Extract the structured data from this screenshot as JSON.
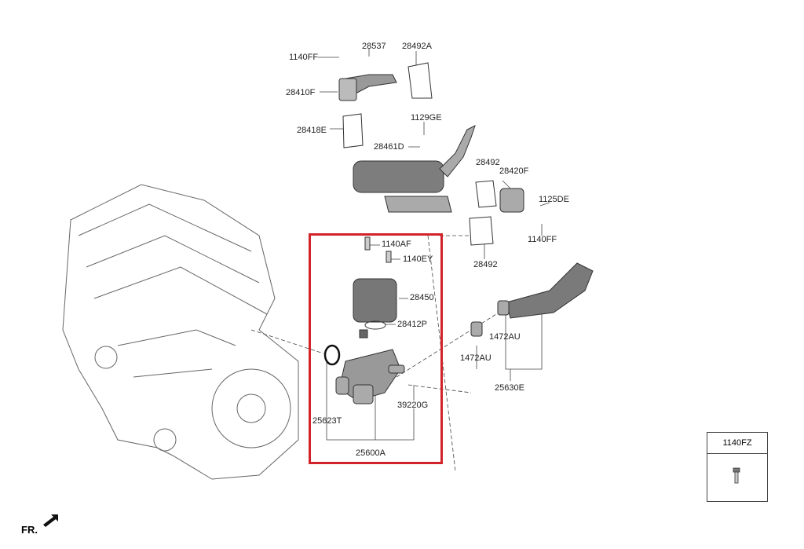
{
  "labels": {
    "l1140ff_top": "1140FF",
    "l28537": "28537",
    "l28492a": "28492A",
    "l28410f": "28410F",
    "l28418e": "28418E",
    "l1129ge": "1129GE",
    "l28461d": "28461D",
    "l28492_a": "28492",
    "l28420f": "28420F",
    "l1125de": "1125DE",
    "l1140ff_mid": "1140FF",
    "l28492_b": "28492",
    "l1140af": "1140AF",
    "l1140ey": "1140EY",
    "l28450": "28450",
    "l28412p": "28412P",
    "l1472au_a": "1472AU",
    "l1472au_b": "1472AU",
    "l25630e": "25630E",
    "l25623t": "25623T",
    "l39220g": "39220G",
    "l25600a": "25600A"
  },
  "legend_box": {
    "label": "1140FZ"
  },
  "direction": {
    "label": "FR."
  },
  "colors": {
    "highlight": "#d2232a",
    "part": "#8a8a8a"
  }
}
